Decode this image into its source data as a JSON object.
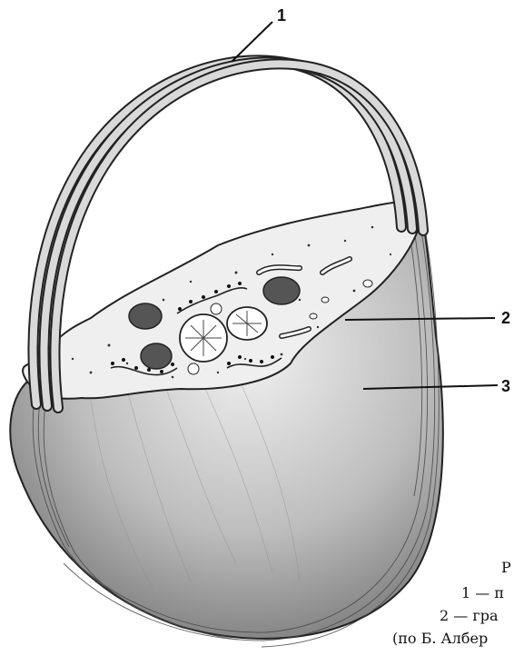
{
  "callouts": [
    {
      "id": "1",
      "text": "1"
    },
    {
      "id": "2",
      "text": "2"
    },
    {
      "id": "3",
      "text": "3"
    }
  ],
  "caption": {
    "line1": "Р",
    "line2": "1 — п",
    "line3": "2 — гра",
    "line4": "(по Б. Албер"
  }
}
